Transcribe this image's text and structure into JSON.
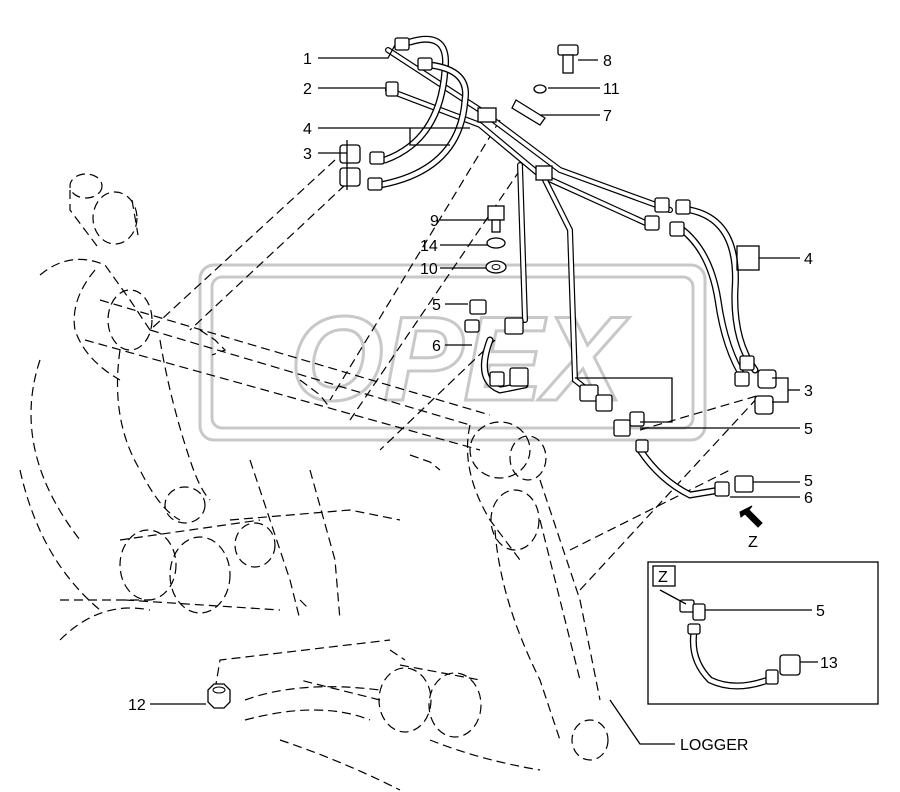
{
  "callouts": {
    "c1": "1",
    "c2": "2",
    "c3a": "3",
    "c3b": "3",
    "c4a": "4",
    "c4b": "4",
    "c5a": "5",
    "c5b": "5",
    "c5c": "5",
    "c5d": "5",
    "c6a": "6",
    "c6b": "6",
    "c7": "7",
    "c8": "8",
    "c9": "9",
    "c10": "10",
    "c11": "11",
    "c12": "12",
    "c13": "13",
    "c14": "14"
  },
  "view_marker": "Z",
  "detail_label": "Z",
  "machine_label": "LOGGER",
  "watermark": "OPEX"
}
